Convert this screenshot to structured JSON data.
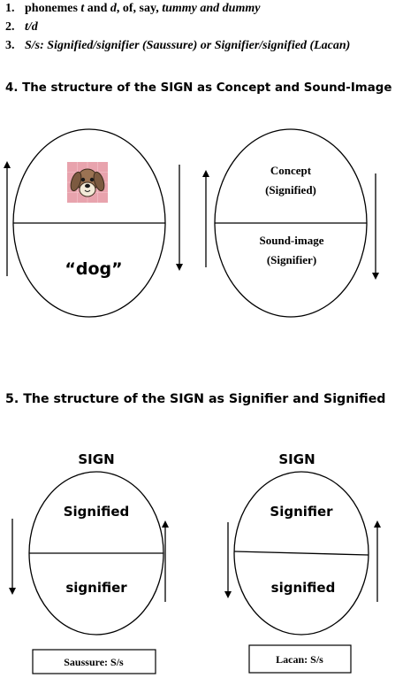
{
  "list": {
    "item1": {
      "num": "1.",
      "a": "phonemes ",
      "t": "t",
      "b": " and ",
      "d": "d",
      "c": ", of, say, ",
      "e": "tummy and dummy"
    },
    "item2": {
      "num": "2.",
      "text": "t/d"
    },
    "item3": {
      "num": "3.",
      "text": "S/s: Signified/signifier (Saussure) or Signifier/signified (Lacan)"
    }
  },
  "section4": {
    "heading": "4.  The structure of the SIGN as Concept and Sound-Image",
    "left_ellipse": {
      "bottom_label": "“dog”",
      "image_icon": "dog-face-icon"
    },
    "right_ellipse": {
      "top_line1": "Concept",
      "top_line2": "(Signified)",
      "bottom_line1": "Sound-image",
      "bottom_line2": "(Signifier)"
    }
  },
  "section5": {
    "heading": "5.   The structure of the SIGN as Signifier and Signified",
    "left": {
      "title": "SIGN",
      "top": "Signified",
      "bottom": "signifier",
      "caption": "Saussure: S/s"
    },
    "right": {
      "title": "SIGN",
      "top": "Signifier",
      "bottom": "signified",
      "caption": "Lacan: S/s"
    }
  },
  "colors": {
    "dog_bg": "#e8a3ad",
    "dog_fur": "#9b7353",
    "dog_face": "#f3ead8"
  }
}
